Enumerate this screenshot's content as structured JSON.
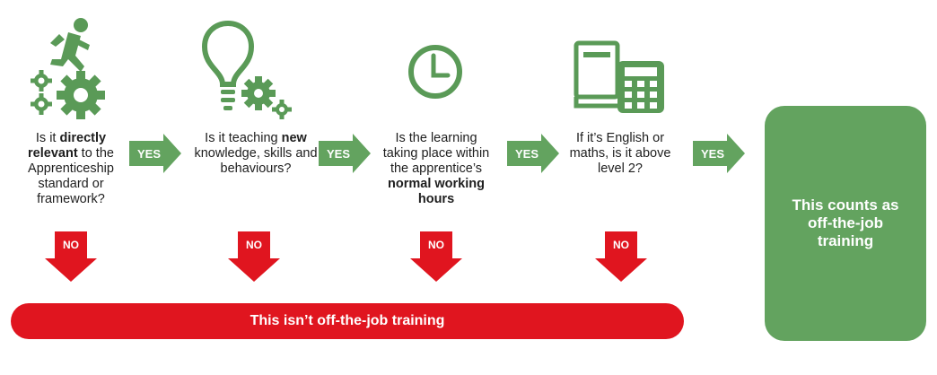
{
  "steps": [
    {
      "icon": "running-person-gears-icon",
      "text_pre": "Is it ",
      "text_bold": "directly relevant",
      "text_post": " to the Apprenticeship standard or framework?"
    },
    {
      "icon": "lightbulb-gears-icon",
      "text_pre": "Is it teaching ",
      "text_bold": "new",
      "text_post": " knowledge, skills and behaviours?"
    },
    {
      "icon": "clock-icon",
      "text_pre": "Is the learning taking place within the apprentice’s ",
      "text_bold": "normal working hours",
      "text_post": ""
    },
    {
      "icon": "book-calculator-icon",
      "text_pre": "If it’s English or maths, is it above level 2?",
      "text_bold": "",
      "text_post": ""
    }
  ],
  "yes_label": "YES",
  "no_label": "NO",
  "outcome_no": "This isn’t off-the-job training",
  "outcome_yes": "This counts as off-the-job training",
  "colors": {
    "green": "#63a35f",
    "red": "#e0151f",
    "icon_green": "#5a9a57"
  }
}
